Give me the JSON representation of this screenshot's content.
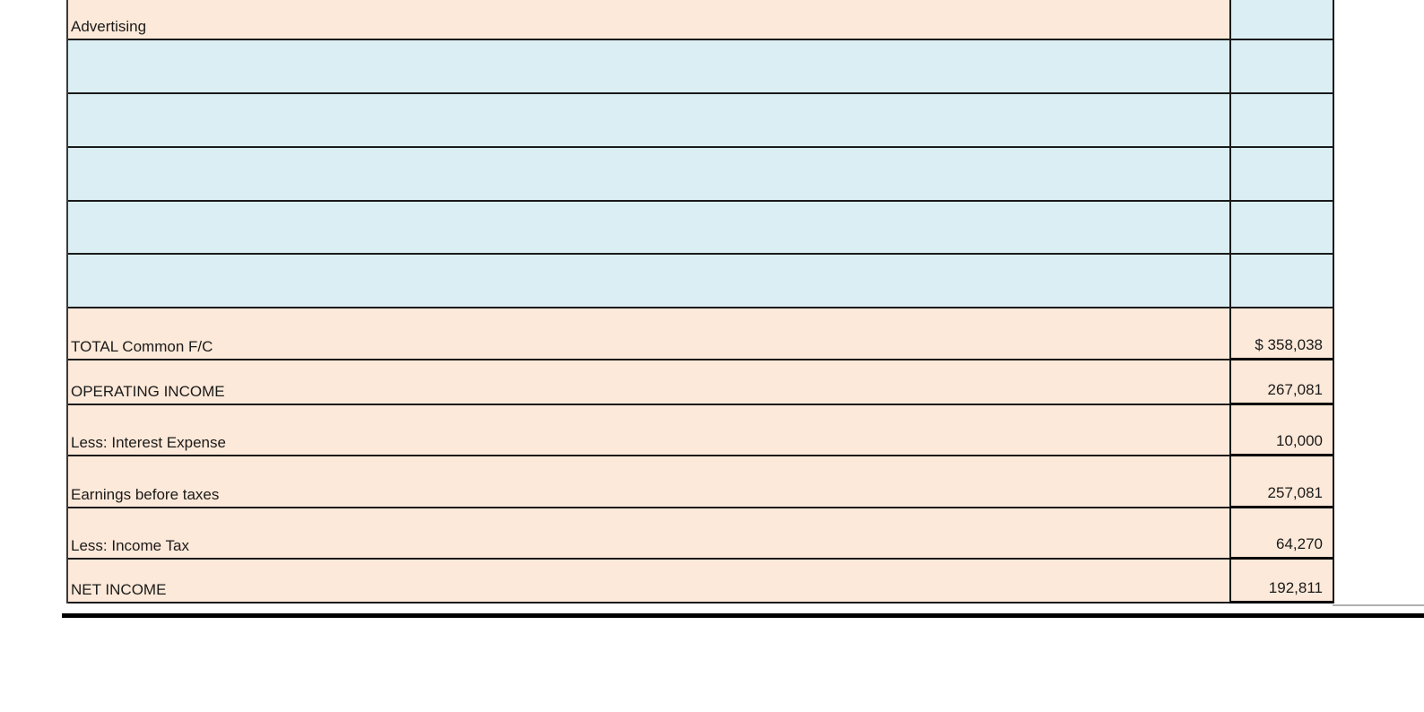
{
  "table": {
    "rows": [
      {
        "label": "Advertising",
        "value": ""
      },
      {
        "label": "",
        "value": ""
      },
      {
        "label": "",
        "value": ""
      },
      {
        "label": "",
        "value": ""
      },
      {
        "label": "",
        "value": ""
      },
      {
        "label": "",
        "value": ""
      },
      {
        "label": "TOTAL Common F/C",
        "value": "$ 358,038"
      },
      {
        "label": "OPERATING INCOME",
        "value": "267,081"
      },
      {
        "label": "Less: Interest Expense",
        "value": "10,000"
      },
      {
        "label": "Earnings before taxes",
        "value": "257,081"
      },
      {
        "label": "Less: Income Tax",
        "value": "64,270"
      },
      {
        "label": "NET INCOME",
        "value": "192,811"
      }
    ]
  },
  "colors": {
    "peach_fill": "#fde9d9",
    "blue_fill": "#daeef3",
    "grid_border": "#1a1a1a",
    "value_total_border": "#000000",
    "separator_line": "#000000",
    "gray_continuation_line": "#b0b0b0"
  }
}
